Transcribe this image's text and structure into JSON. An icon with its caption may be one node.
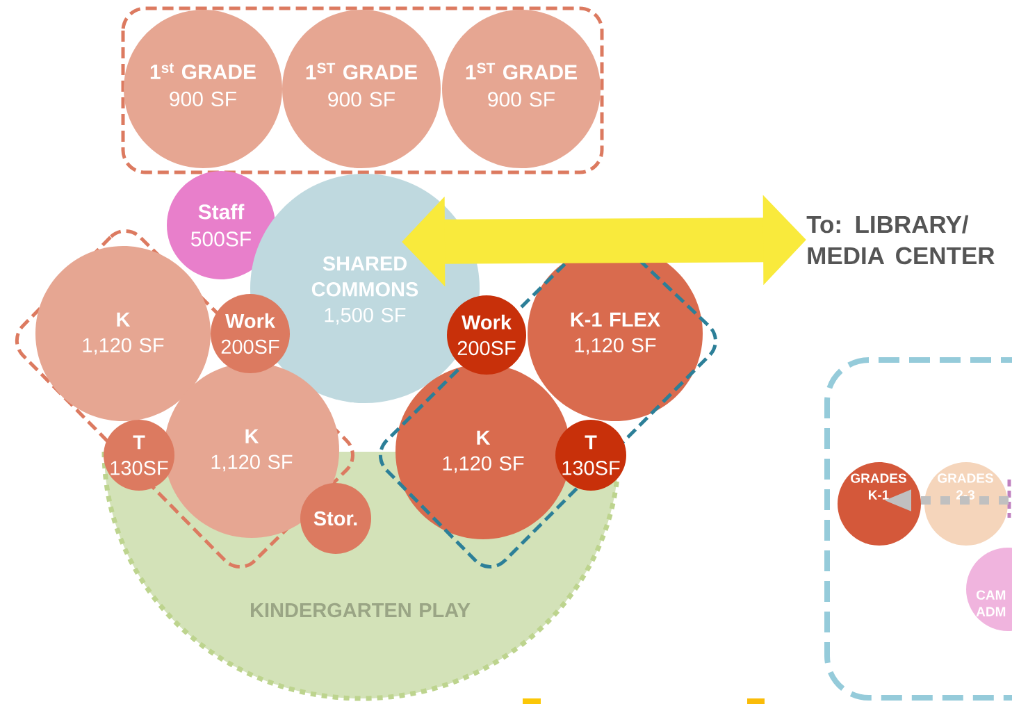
{
  "diagram": {
    "nodes": [
      {
        "text": [
          "1$^{st}$ GRADE",
          "900 SF"
        ]
      },
      {
        "text": [
          "1$^{ST}$ GRADE",
          "900 SF"
        ]
      },
      {
        "text": [
          "1$^{ST}$ GRADE",
          "900 SF"
        ]
      },
      {
        "text": [
          "Staff",
          "500SF"
        ]
      },
      {
        "text": [
          "SHARED COMMONS",
          "1,500 SF"
        ]
      },
      {
        "text": [
          "To: LIBRARY/ MEDIA CENTER"
        ]
      },
      {
        "text": [
          "K",
          "1,120 SF"
        ]
      },
      {
        "text": [
          "Work",
          "200SF"
        ]
      },
      {
        "text": [
          "Work",
          "200SF"
        ]
      },
      {
        "text": [
          "K-1 FLEX",
          "1,120 SF"
        ]
      },
      {
        "text": [
          "T",
          "130SF"
        ]
      },
      {
        "text": [
          "K",
          "1,120 SF"
        ]
      },
      {
        "text": [
          "K",
          "1,120 SF"
        ]
      },
      {
        "text": [
          "T",
          "130SF"
        ]
      },
      {
        "text": [
          "Stor."
        ],
        "in": 15
      },
      {
        "text": [
          "KINDERGARTEN PLAY"
        ]
      },
      {
        "text": [
          "GRADES K-1"
        ]
      },
      {
        "text": [
          "GRADES 2-3"
        ]
      },
      {
        "text": [
          "CAM ADM"
        ]
      }
    ],
    "edges": [
      {
        "from": 4,
        "to": 5,
        "arrow": "both",
        "style": "thick",
        "color": "#f9ea3c"
      },
      {
        "from": 17,
        "to": 16,
        "arrow": "to",
        "style": "dashed",
        "color": "#c0c0c0"
      }
    ]
  }
}
